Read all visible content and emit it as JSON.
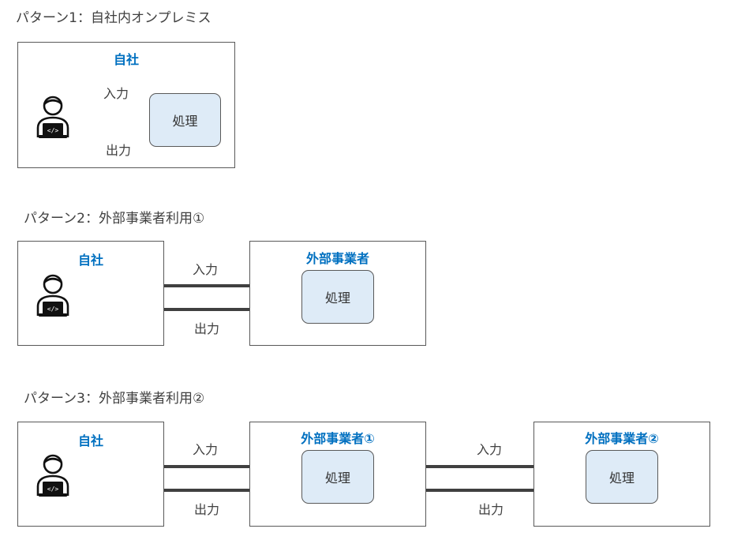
{
  "patterns": [
    {
      "title": "パターン1：自社内オンプレミス",
      "own_company": "自社",
      "process": "処理",
      "input_label": "入力",
      "output_label": "出力"
    },
    {
      "title": "パターン2：外部事業者利用①",
      "own_company": "自社",
      "external": "外部事業者",
      "process": "処理",
      "input_label": "入力",
      "output_label": "出力"
    },
    {
      "title": "パターン3：外部事業者利用②",
      "own_company": "自社",
      "external_1": "外部事業者①",
      "external_2": "外部事業者②",
      "process_1": "処理",
      "process_2": "処理",
      "input_label_1": "入力",
      "output_label_1": "出力",
      "input_label_2": "入力",
      "output_label_2": "出力"
    }
  ],
  "icons": {
    "user": "developer-user-icon"
  },
  "colors": {
    "heading_blue": "#0070c0",
    "process_fill": "#deebf7",
    "arrow": "#404040",
    "border": "#595959"
  }
}
